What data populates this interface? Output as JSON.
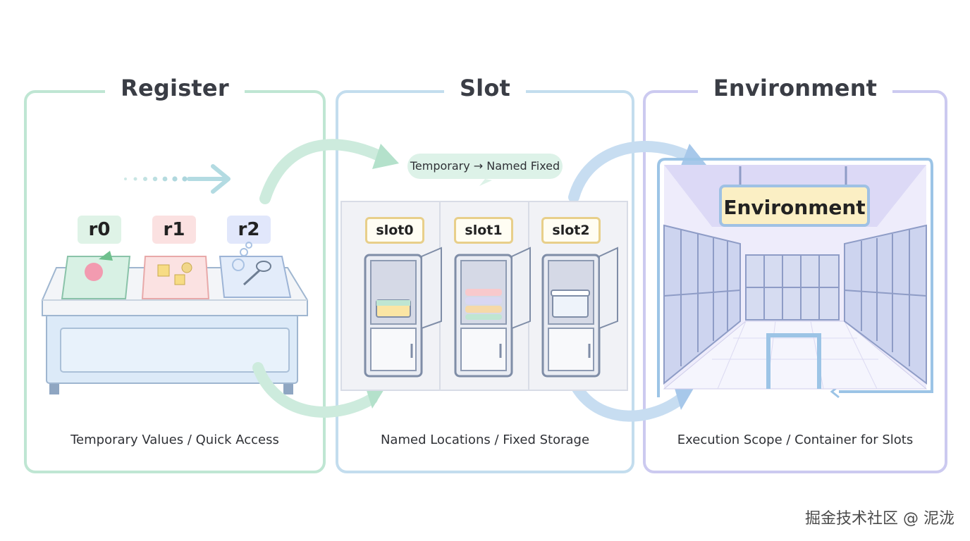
{
  "panels": [
    {
      "title": "Register",
      "caption": "Temporary Values / Quick Access",
      "registers": [
        "r0",
        "r1",
        "r2"
      ]
    },
    {
      "title": "Slot",
      "caption": "Named Locations / Fixed Storage",
      "slots": [
        "slot0",
        "slot1",
        "slot2"
      ],
      "bubble": "Temporary → Named Fixed"
    },
    {
      "title": "Environment",
      "caption": "Execution Scope / Container for Slots",
      "sign": "Environment"
    }
  ],
  "watermark": "掘金技术社区 @ 泥泷",
  "colors": {
    "register": "#bfe6d3",
    "slot": "#c3ddee",
    "environment": "#cccaf0",
    "r0": "#dff3e7",
    "r1": "#fbe1e1",
    "r2": "#e1e7fb"
  }
}
